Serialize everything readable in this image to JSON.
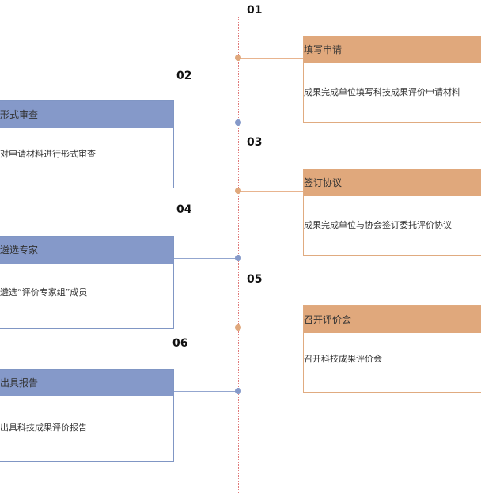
{
  "steps": [
    {
      "num": "01",
      "title": "填写申请",
      "desc": "成果完成单位填写科技成果评价申请材料",
      "side": "right"
    },
    {
      "num": "02",
      "title": "形式审查",
      "desc": "对申请材料进行形式审查",
      "side": "left"
    },
    {
      "num": "03",
      "title": "签订协议",
      "desc": "成果完成单位与协会签订委托评价协议",
      "side": "right"
    },
    {
      "num": "04",
      "title": "遴选专家",
      "desc": "遴选“评价专家组”成员",
      "side": "left"
    },
    {
      "num": "05",
      "title": "召开评价会",
      "desc": "召开科技成果评价会",
      "side": "right"
    },
    {
      "num": "06",
      "title": "出具报告",
      "desc": "出具科技成果评价报告",
      "side": "left"
    }
  ],
  "colors": {
    "left_accent": "#8599c9",
    "right_accent": "#e0a87c",
    "axis": "#e07a7a"
  }
}
